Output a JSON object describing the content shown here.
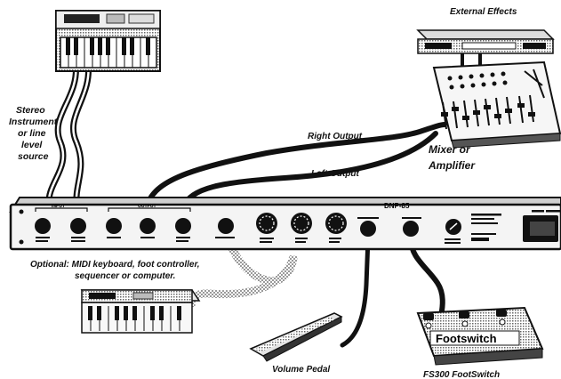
{
  "diagram": {
    "labels": {
      "stereo_source": [
        "Stereo",
        "Instrument",
        "or line",
        "level",
        "source"
      ],
      "external_effects": "External Effects",
      "right_output": "Right Output",
      "left_output": "Left Output",
      "mixer": [
        "Mixer or",
        "Amplifier"
      ],
      "unit_name": "DNP-85",
      "unit_input_group": "INPUT",
      "unit_output_group": "OUTPUT",
      "optional": [
        "Optional: MIDI keyboard, foot controller,",
        "sequencer or computer."
      ],
      "volume_pedal": "Volume Pedal",
      "footswitch": "FS300 FootSwitch",
      "footswitch_brand": "Footswitch"
    },
    "colors": {
      "ink": "#111111",
      "panel": "#f4f4f4",
      "dither": "#9a9a9a"
    },
    "icons": [
      "keyboard-icon",
      "effects-rack-icon",
      "mixer-icon",
      "volume-pedal-icon",
      "footswitch-icon",
      "midi-keyboard-icon"
    ]
  }
}
